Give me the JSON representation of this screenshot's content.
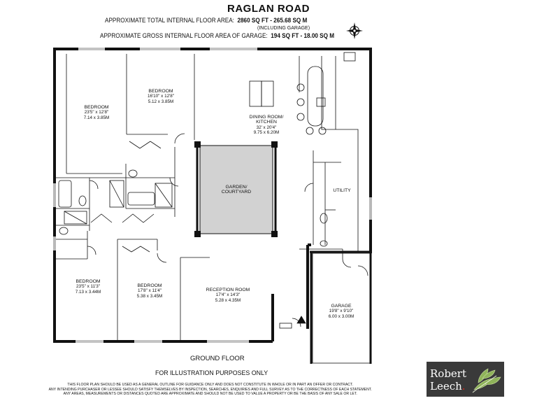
{
  "header": {
    "title": "RAGLAN ROAD",
    "total_area_label": "APPROXIMATE TOTAL INTERNAL FLOOR AREA:",
    "total_area_value": "2860 SQ FT  -  265.68 SQ M",
    "including_garage": "(INCLUDING GARAGE)",
    "garage_area_label": "APPROXIMATE GROSS INTERNAL FLOOR AREA OF GARAGE:",
    "garage_area_value": "194 SQ FT  -  18.00 SQ M"
  },
  "rooms": {
    "bedroom1": {
      "name": "BEDROOM",
      "imperial": "23'5\" x 12'8\"",
      "metric": "7.14 x 3.85M"
    },
    "bedroom2": {
      "name": "BEDROOM",
      "imperial": "16'10\" x 12'8\"",
      "metric": "5.12 x 3.85M"
    },
    "dining": {
      "name1": "DINING ROOM/",
      "name2": "KITCHEN",
      "imperial": "32' x 20'4\"",
      "metric": "9.75 x 6.20M"
    },
    "garden": {
      "name1": "GARDEN/",
      "name2": "COURTYARD"
    },
    "utility": {
      "name": "UTILITY"
    },
    "bedroom3": {
      "name": "BEDROOM",
      "imperial": "23'5\" x 11'3\"",
      "metric": "7.13 x 3.44M"
    },
    "bedroom4": {
      "name": "BEDROOM",
      "imperial": "17'8\" x 11'4\"",
      "metric": "5.38 x 3.45M"
    },
    "reception": {
      "name": "RECEPTION ROOM",
      "imperial": "17'4\" x 14'3\"",
      "metric": "5.28 x 4.35M"
    },
    "garage": {
      "name": "GARAGE",
      "imperial": "19'8\" x 9'10\"",
      "metric": "6.00 x 3.00M"
    }
  },
  "footer": {
    "floor_label": "GROUND FLOOR",
    "illustration": "FOR ILLUSTRATION PURPOSES ONLY",
    "disclaimer": [
      "THIS FLOOR PLAN SHOULD BE USED AS A GENERAL OUTLINE FOR GUIDANCE ONLY AND DOES NOT CONSTITUTE IN WHOLE OR IN PART AN OFFER OR CONTRACT.",
      "ANY INTENDING PURCHASER OR LESSEE SHOULD SATISFY THEMSELVES BY INSPECTION, SEARCHES, ENQUIRIES AND FULL SURVEY AS TO THE CORRECTNESS OF EACH STATEMENT.",
      "ANY AREAS, MEASUREMENTS OR DISTANCES QUOTED ARE APPROXIMATE AND SHOULD NOT BE USED TO VALUE A PROPERTY OR BE THE BASIS OF ANY SALE OR LET."
    ]
  },
  "logo": {
    "line1": "Robert",
    "line2": "Leech",
    "dot": "."
  },
  "colors": {
    "wall": "#111111",
    "courtyard": "#d2d2d2",
    "logo_bg": "#3a3a3a",
    "logo_dot": "#d9241a",
    "leaf": "#8fb35a"
  }
}
